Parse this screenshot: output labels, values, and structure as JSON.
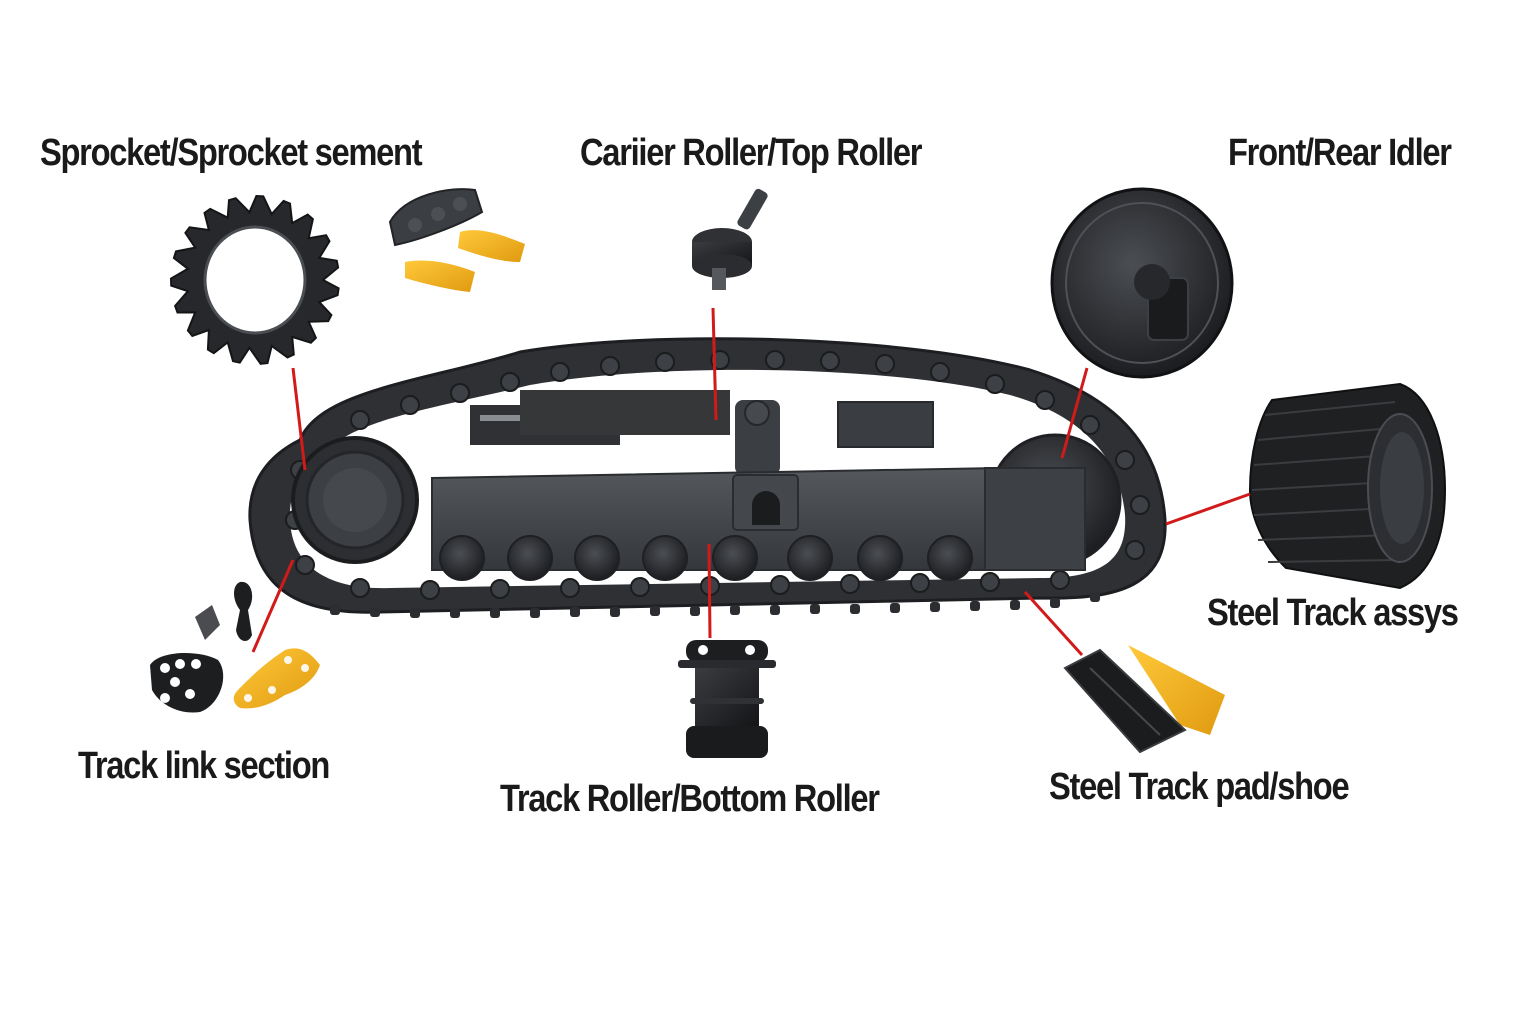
{
  "diagram": {
    "title": "Excavator undercarriage parts",
    "colors": {
      "background": "#ffffff",
      "label_text": "#1a1a1a",
      "leader_line": "#d11a1a",
      "steel_dark": "#2b2d30",
      "steel_mid": "#3f4246",
      "steel_light": "#5a5d62",
      "accent_yellow": "#f2b21c"
    },
    "labels": {
      "sprocket": "Sprocket/Sprocket sement",
      "carrier_roller": "Cariier Roller/Top Roller",
      "idler": "Front/Rear Idler",
      "track_assy": "Steel Track assys",
      "track_shoe": "Steel Track pad/shoe",
      "track_roller": "Track Roller/Bottom Roller",
      "track_link": "Track link section"
    },
    "components": [
      {
        "id": "sprocket",
        "icon": "sprocket-icon"
      },
      {
        "id": "sprocket-segment",
        "icon": "sprocket-segment-icon"
      },
      {
        "id": "carrier-roller",
        "icon": "carrier-roller-icon"
      },
      {
        "id": "idler",
        "icon": "idler-icon"
      },
      {
        "id": "track-assy",
        "icon": "track-assembly-icon"
      },
      {
        "id": "track-shoe",
        "icon": "track-shoe-icon"
      },
      {
        "id": "track-roller",
        "icon": "track-roller-icon"
      },
      {
        "id": "track-link",
        "icon": "track-link-icon"
      },
      {
        "id": "undercarriage",
        "icon": "undercarriage-icon"
      }
    ]
  }
}
